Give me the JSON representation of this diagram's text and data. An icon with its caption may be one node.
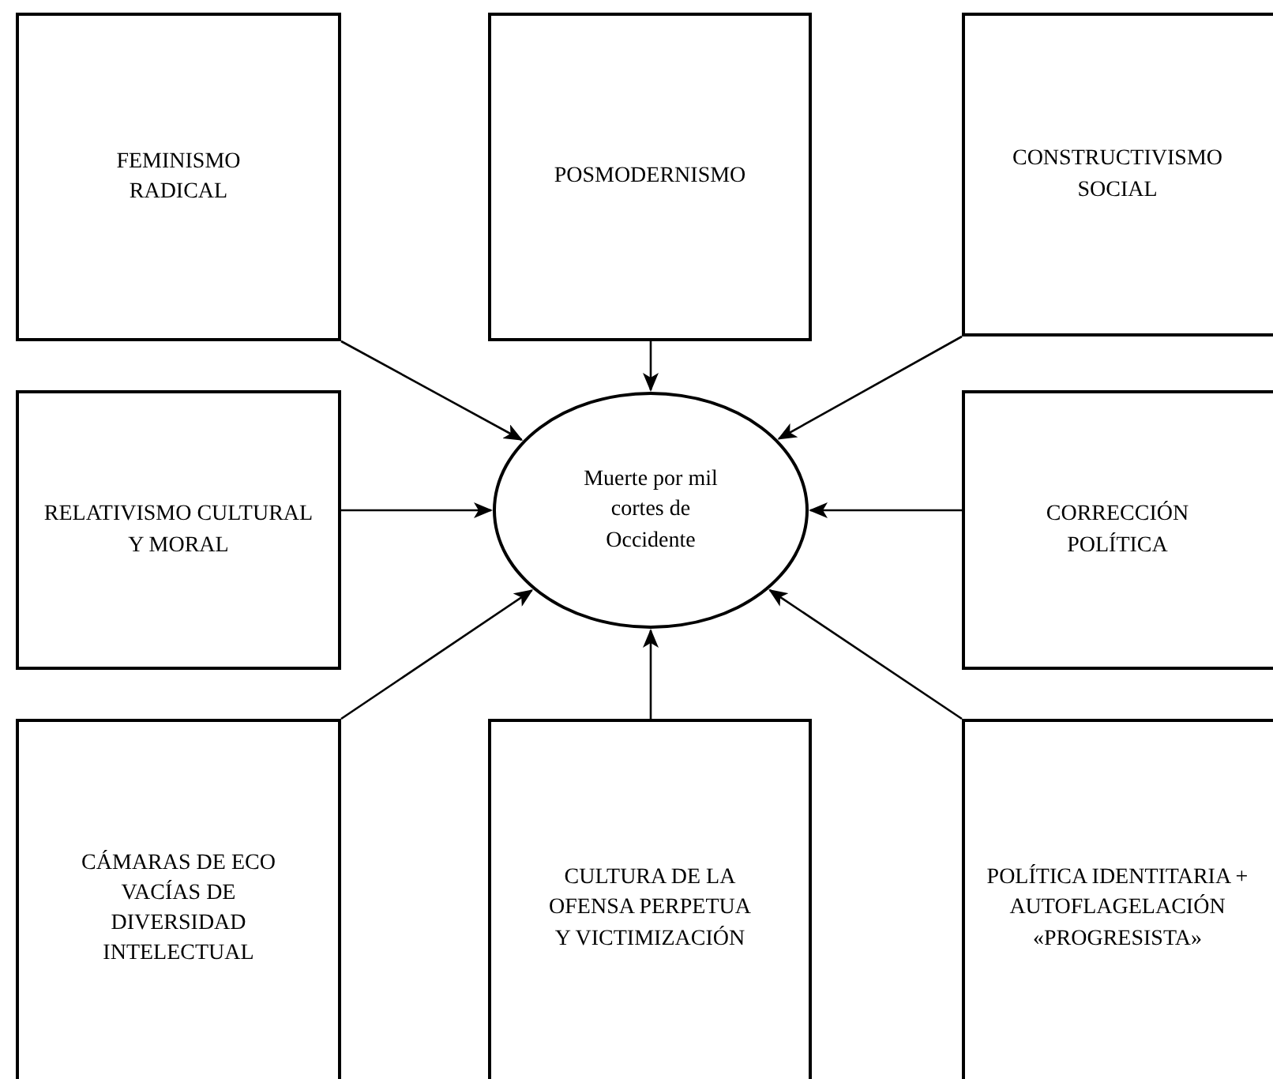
{
  "diagram": {
    "nodes": [
      {
        "text": [
          "FEMINISMO RADICAL"
        ]
      },
      {
        "text": [
          "POSMODERNISMO"
        ]
      },
      {
        "text": [
          "CONSTRUCTIVISMO SOCIAL"
        ]
      },
      {
        "text": [
          "RELATIVISMO CULTURAL Y MORAL"
        ]
      },
      {
        "text": [
          "Muerte por mil cortes de Occidente"
        ]
      },
      {
        "text": [
          "CORRECCIÓN POLÍTICA"
        ]
      },
      {
        "text": [
          "CÁMARAS DE ECO VACÍAS DE DIVERSIDAD INTELECTUAL"
        ]
      },
      {
        "text": [
          "CULTURA DE LA OFENSA PERPETUA Y VICTIMIZACIÓN"
        ]
      },
      {
        "text": [
          "POLÍTICA IDENTITARIA + AUTOFLAGELACIÓN «PROGRESISTA»"
        ]
      }
    ],
    "edges": [
      {
        "from": 0,
        "to": 4,
        "arrow": "to"
      },
      {
        "from": 1,
        "to": 4,
        "arrow": "to"
      },
      {
        "from": 2,
        "to": 4,
        "arrow": "to"
      },
      {
        "from": 3,
        "to": 4,
        "arrow": "to"
      },
      {
        "from": 5,
        "to": 4,
        "arrow": "to"
      },
      {
        "from": 6,
        "to": 4,
        "arrow": "to"
      },
      {
        "from": 7,
        "to": 4,
        "arrow": "to"
      },
      {
        "from": 8,
        "to": 4,
        "arrow": "to"
      }
    ]
  }
}
